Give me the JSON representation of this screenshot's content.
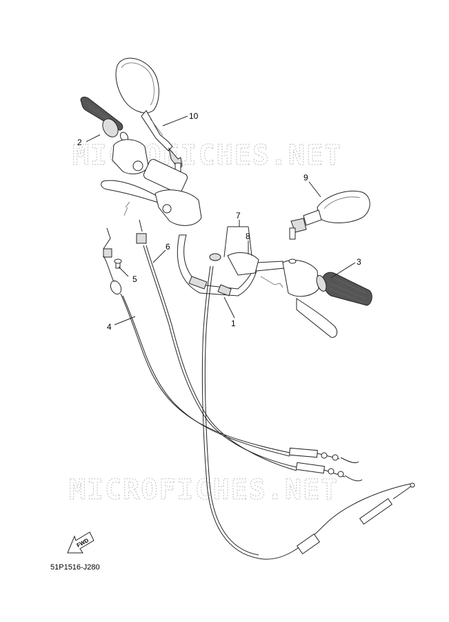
{
  "watermark_text": "MICROFICHES.NET",
  "diagram_code": "51P1516-J280",
  "fwd_label": "FWD",
  "callouts": [
    "1",
    "2",
    "3",
    "4",
    "5",
    "6",
    "7",
    "8",
    "9",
    "10"
  ],
  "colors": {
    "line": "#222222",
    "watermark": "#c8c8c8",
    "background": "#ffffff"
  }
}
